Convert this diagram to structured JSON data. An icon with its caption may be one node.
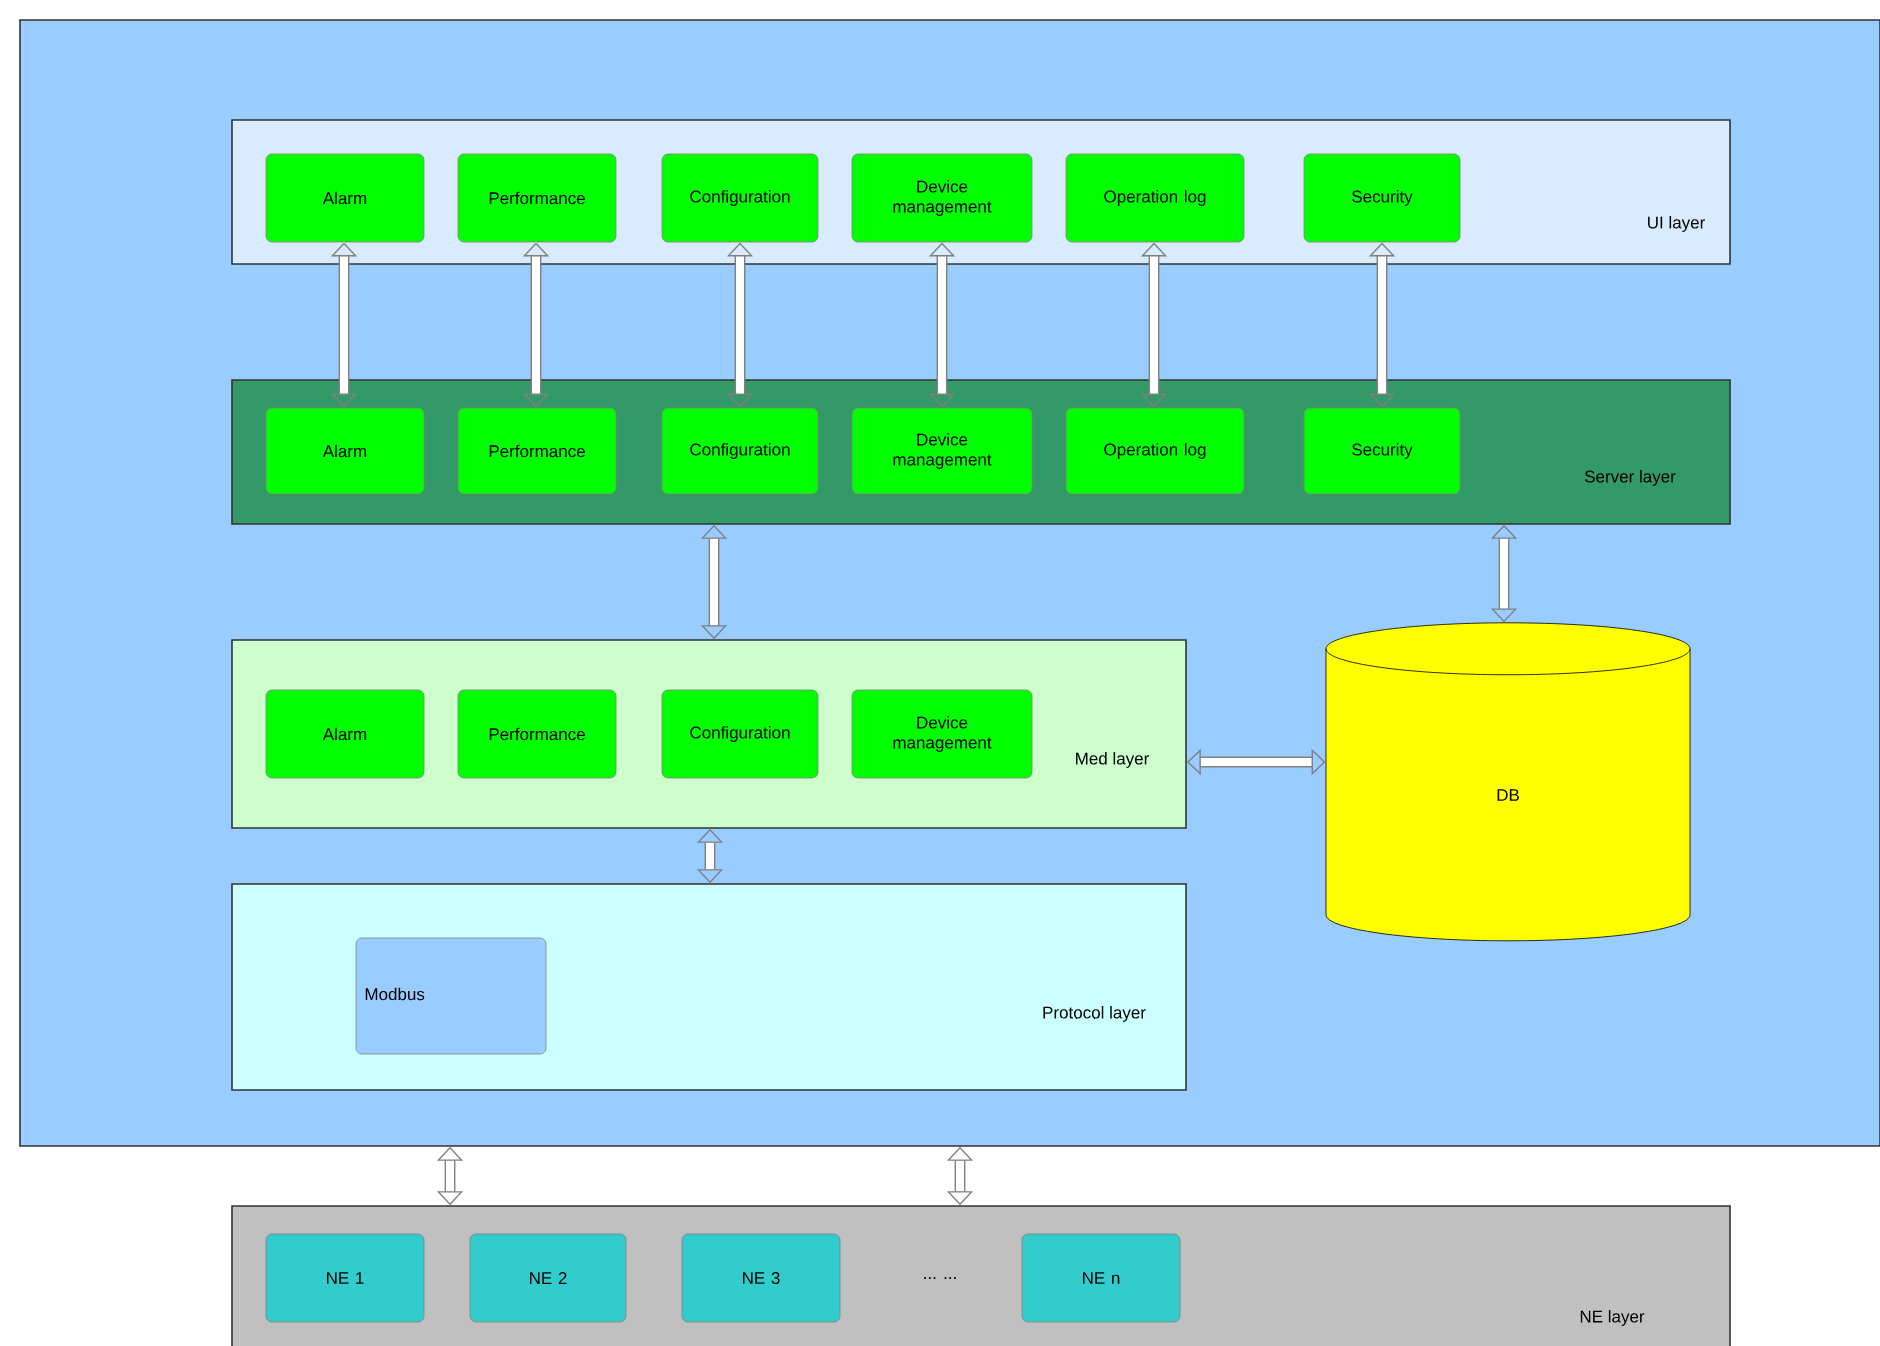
{
  "diagram": {
    "nodes": [
      {
        "text": [],
        "shape": "box"
      },
      {
        "text": [
          "UI layer"
        ],
        "in": 0
      },
      {
        "text": [
          "Alarm"
        ],
        "in": 1
      },
      {
        "text": [
          "Performance"
        ],
        "in": 1
      },
      {
        "text": [
          "Configuration"
        ],
        "in": 1
      },
      {
        "text": [
          "Device management"
        ],
        "in": 1
      },
      {
        "text": [
          "Operation log"
        ],
        "in": 1
      },
      {
        "text": [
          "Security"
        ],
        "in": 1
      },
      {
        "text": [
          "Server layer"
        ],
        "in": 0
      },
      {
        "text": [
          "Alarm"
        ],
        "in": 8
      },
      {
        "text": [
          "Performance"
        ],
        "in": 8
      },
      {
        "text": [
          "Configuration"
        ],
        "in": 8
      },
      {
        "text": [
          "Device management"
        ],
        "in": 8
      },
      {
        "text": [
          "Operation log"
        ],
        "in": 8
      },
      {
        "text": [
          "Security"
        ],
        "in": 8
      },
      {
        "text": [
          "Med layer"
        ],
        "in": 0
      },
      {
        "text": [
          "Alarm"
        ],
        "in": 15
      },
      {
        "text": [
          "Performance"
        ],
        "in": 15
      },
      {
        "text": [
          "Configuration"
        ],
        "in": 15
      },
      {
        "text": [
          "Device management"
        ],
        "in": 15
      },
      {
        "text": [
          "Protocol layer"
        ],
        "in": 0
      },
      {
        "text": [
          "Modbus"
        ],
        "in": 20
      },
      {
        "text": [
          "DB"
        ],
        "in": 0
      },
      {
        "text": [
          "NE layer"
        ]
      },
      {
        "text": [
          "NE 1"
        ],
        "in": 23
      },
      {
        "text": [
          "NE 2"
        ],
        "in": 23
      },
      {
        "text": [
          "NE 3"
        ],
        "in": 23
      },
      {
        "text": [
          "NE n"
        ],
        "in": 23
      }
    ],
    "edges": [
      {
        "from": 2,
        "to": 9,
        "arrow": "both"
      },
      {
        "from": 3,
        "to": 10,
        "arrow": "both"
      },
      {
        "from": 4,
        "to": 11,
        "arrow": "both"
      },
      {
        "from": 5,
        "to": 12,
        "arrow": "both"
      },
      {
        "from": 6,
        "to": 13,
        "arrow": "both"
      },
      {
        "from": 7,
        "to": 14,
        "arrow": "both"
      },
      {
        "from": 8,
        "to": 15,
        "arrow": "both"
      },
      {
        "from": 8,
        "to": 22,
        "arrow": "both"
      },
      {
        "from": 15,
        "to": 22,
        "arrow": "both"
      },
      {
        "from": 15,
        "to": 20,
        "arrow": "both"
      },
      {
        "from": 0,
        "to": 23,
        "arrow": "both"
      },
      {
        "from": 0,
        "to": 23,
        "arrow": "both"
      }
    ],
    "labels": [
      "... ..."
    ]
  }
}
